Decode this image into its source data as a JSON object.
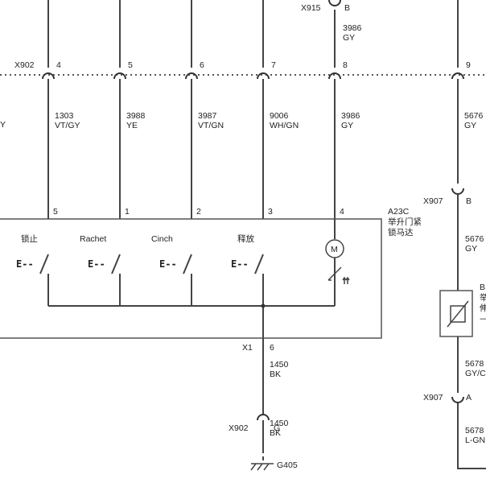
{
  "connectors": {
    "x915": {
      "id": "X915",
      "pin": "B"
    },
    "x902_top": {
      "id": "X902",
      "pins": [
        "4",
        "5",
        "6",
        "7",
        "8",
        "9"
      ]
    },
    "x907_b": {
      "id": "X907",
      "pin": "B"
    },
    "x907_a": {
      "id": "X907",
      "pin": "A"
    },
    "x1": {
      "id": "X1",
      "pin": "6"
    },
    "x902_g": {
      "id": "X902",
      "pin": "G"
    }
  },
  "wires": {
    "w3986_top": {
      "num": "3986",
      "color": "GY"
    },
    "left_edge": {
      "color": "Y"
    },
    "w1303": {
      "num": "1303",
      "color": "VT/GY"
    },
    "w3988": {
      "num": "3988",
      "color": "YE"
    },
    "w3987": {
      "num": "3987",
      "color": "VT/GN"
    },
    "w9006": {
      "num": "9006",
      "color": "WH/GN"
    },
    "w3986": {
      "num": "3986",
      "color": "GY"
    },
    "w5676_a": {
      "num": "5676",
      "color": "GY"
    },
    "w5676_b": {
      "num": "5676",
      "color": "GY"
    },
    "w5678_a": {
      "num": "5678",
      "color": "GY/C"
    },
    "w5678_b": {
      "num": "5678",
      "color": "L-GN"
    },
    "w1450_a": {
      "num": "1450",
      "color": "BK"
    },
    "w1450_b": {
      "num": "1450",
      "color": "BK"
    }
  },
  "module": {
    "id": "A23C",
    "name_line1": "举升门紧",
    "name_line2": "锁马达",
    "pins": [
      "5",
      "1",
      "2",
      "3",
      "4"
    ],
    "switches": [
      "锁止",
      "Rachet",
      "Cinch",
      "释放"
    ],
    "switch_symbol": "E--",
    "motor_symbol": "M"
  },
  "right_device": {
    "line1": "B",
    "line2": "举",
    "line3": "伸",
    "line4": "—"
  },
  "ground": {
    "id": "G405"
  }
}
